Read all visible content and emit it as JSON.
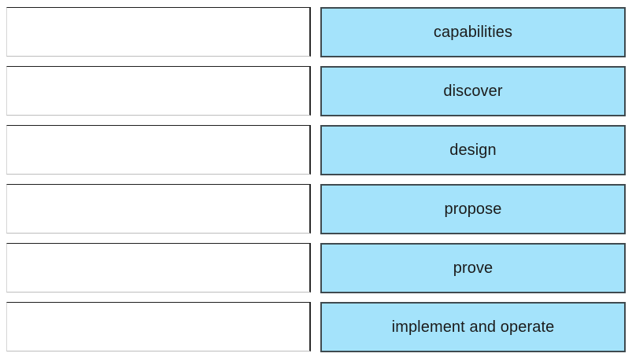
{
  "colors": {
    "item_background": "#a4e3fb",
    "item_border": "#3f4a4f",
    "slot_background": "#ffffff"
  },
  "drop_targets": [
    {
      "value": ""
    },
    {
      "value": ""
    },
    {
      "value": ""
    },
    {
      "value": ""
    },
    {
      "value": ""
    },
    {
      "value": ""
    }
  ],
  "drag_items": [
    {
      "label": "capabilities"
    },
    {
      "label": "discover"
    },
    {
      "label": "design"
    },
    {
      "label": "propose"
    },
    {
      "label": "prove"
    },
    {
      "label": "implement and operate"
    }
  ]
}
